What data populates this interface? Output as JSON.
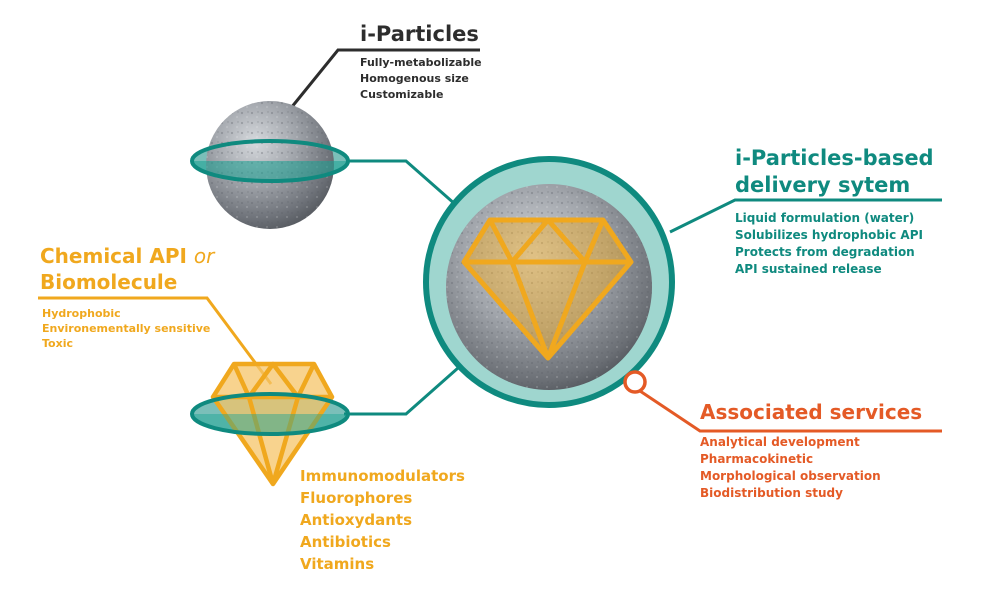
{
  "colors": {
    "teal": "#0f8a7f",
    "light_teal": "#9fd6cf",
    "gold": "#f0a81e",
    "orange_red": "#e45a26",
    "dark_text": "#2d2d2d",
    "sphere_gray": "#8c9096"
  },
  "particles": {
    "title": "i-Particles",
    "features": [
      "Fully-metabolizable",
      "Homogenous size",
      "Customizable"
    ]
  },
  "delivery_system": {
    "title_line1": "i-Particles-based",
    "title_line2": "delivery sytem",
    "features": [
      "Liquid formulation (water)",
      "Solubilizes hydrophobic API",
      "Protects from degradation",
      "API sustained release"
    ]
  },
  "api": {
    "title_part1": "Chemical API",
    "title_or": "or",
    "title_line2": "Biomolecule",
    "properties": [
      "Hydrophobic",
      "Environementally sensitive",
      "Toxic"
    ],
    "examples": [
      "Immunomodulators",
      "Fluorophores",
      "Antioxydants",
      "Antibiotics",
      "Vitamins"
    ]
  },
  "services": {
    "title": "Associated services",
    "items": [
      "Analytical development",
      "Pharmacokinetic",
      "Morphological observation",
      "Biodistribution study"
    ]
  }
}
